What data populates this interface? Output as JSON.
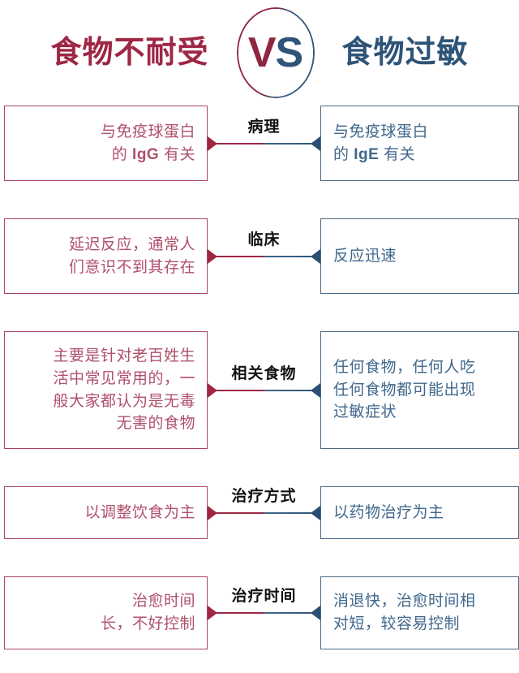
{
  "header": {
    "left_title": "食物不耐受",
    "right_title": "食物过敏",
    "vs_left": "V",
    "vs_right": "S",
    "left_color": "#9e2744",
    "right_color": "#2e5477"
  },
  "rows": [
    {
      "label": "病理",
      "left": "与免疫球蛋白\n的 IgG 有关",
      "right": "与免疫球蛋白\n的 IgE 有关",
      "left_height": 93,
      "right_height": 93
    },
    {
      "label": "临床",
      "left": "延迟反应，通常人\n们意识不到其存在",
      "right": "反应迅速",
      "left_height": 93,
      "right_height": 93
    },
    {
      "label": "相关食物",
      "left": "主要是针对老百姓生\n活中常见常用的，一\n般大家都认为是无毒\n无害的食物",
      "right": "任何食物，任何人吃\n任何食物都可能出现\n过敏症状",
      "left_height": 145,
      "right_height": 145
    },
    {
      "label": "治疗方式",
      "left": "以调整饮食为主",
      "right": "以药物治疗为主",
      "left_height": 65,
      "right_height": 65
    },
    {
      "label": "治疗时间",
      "left": "治愈时间\n长，不好控制",
      "right": "消退快，治愈时间相\n对短，较容易控制",
      "left_height": 90,
      "right_height": 90
    }
  ]
}
